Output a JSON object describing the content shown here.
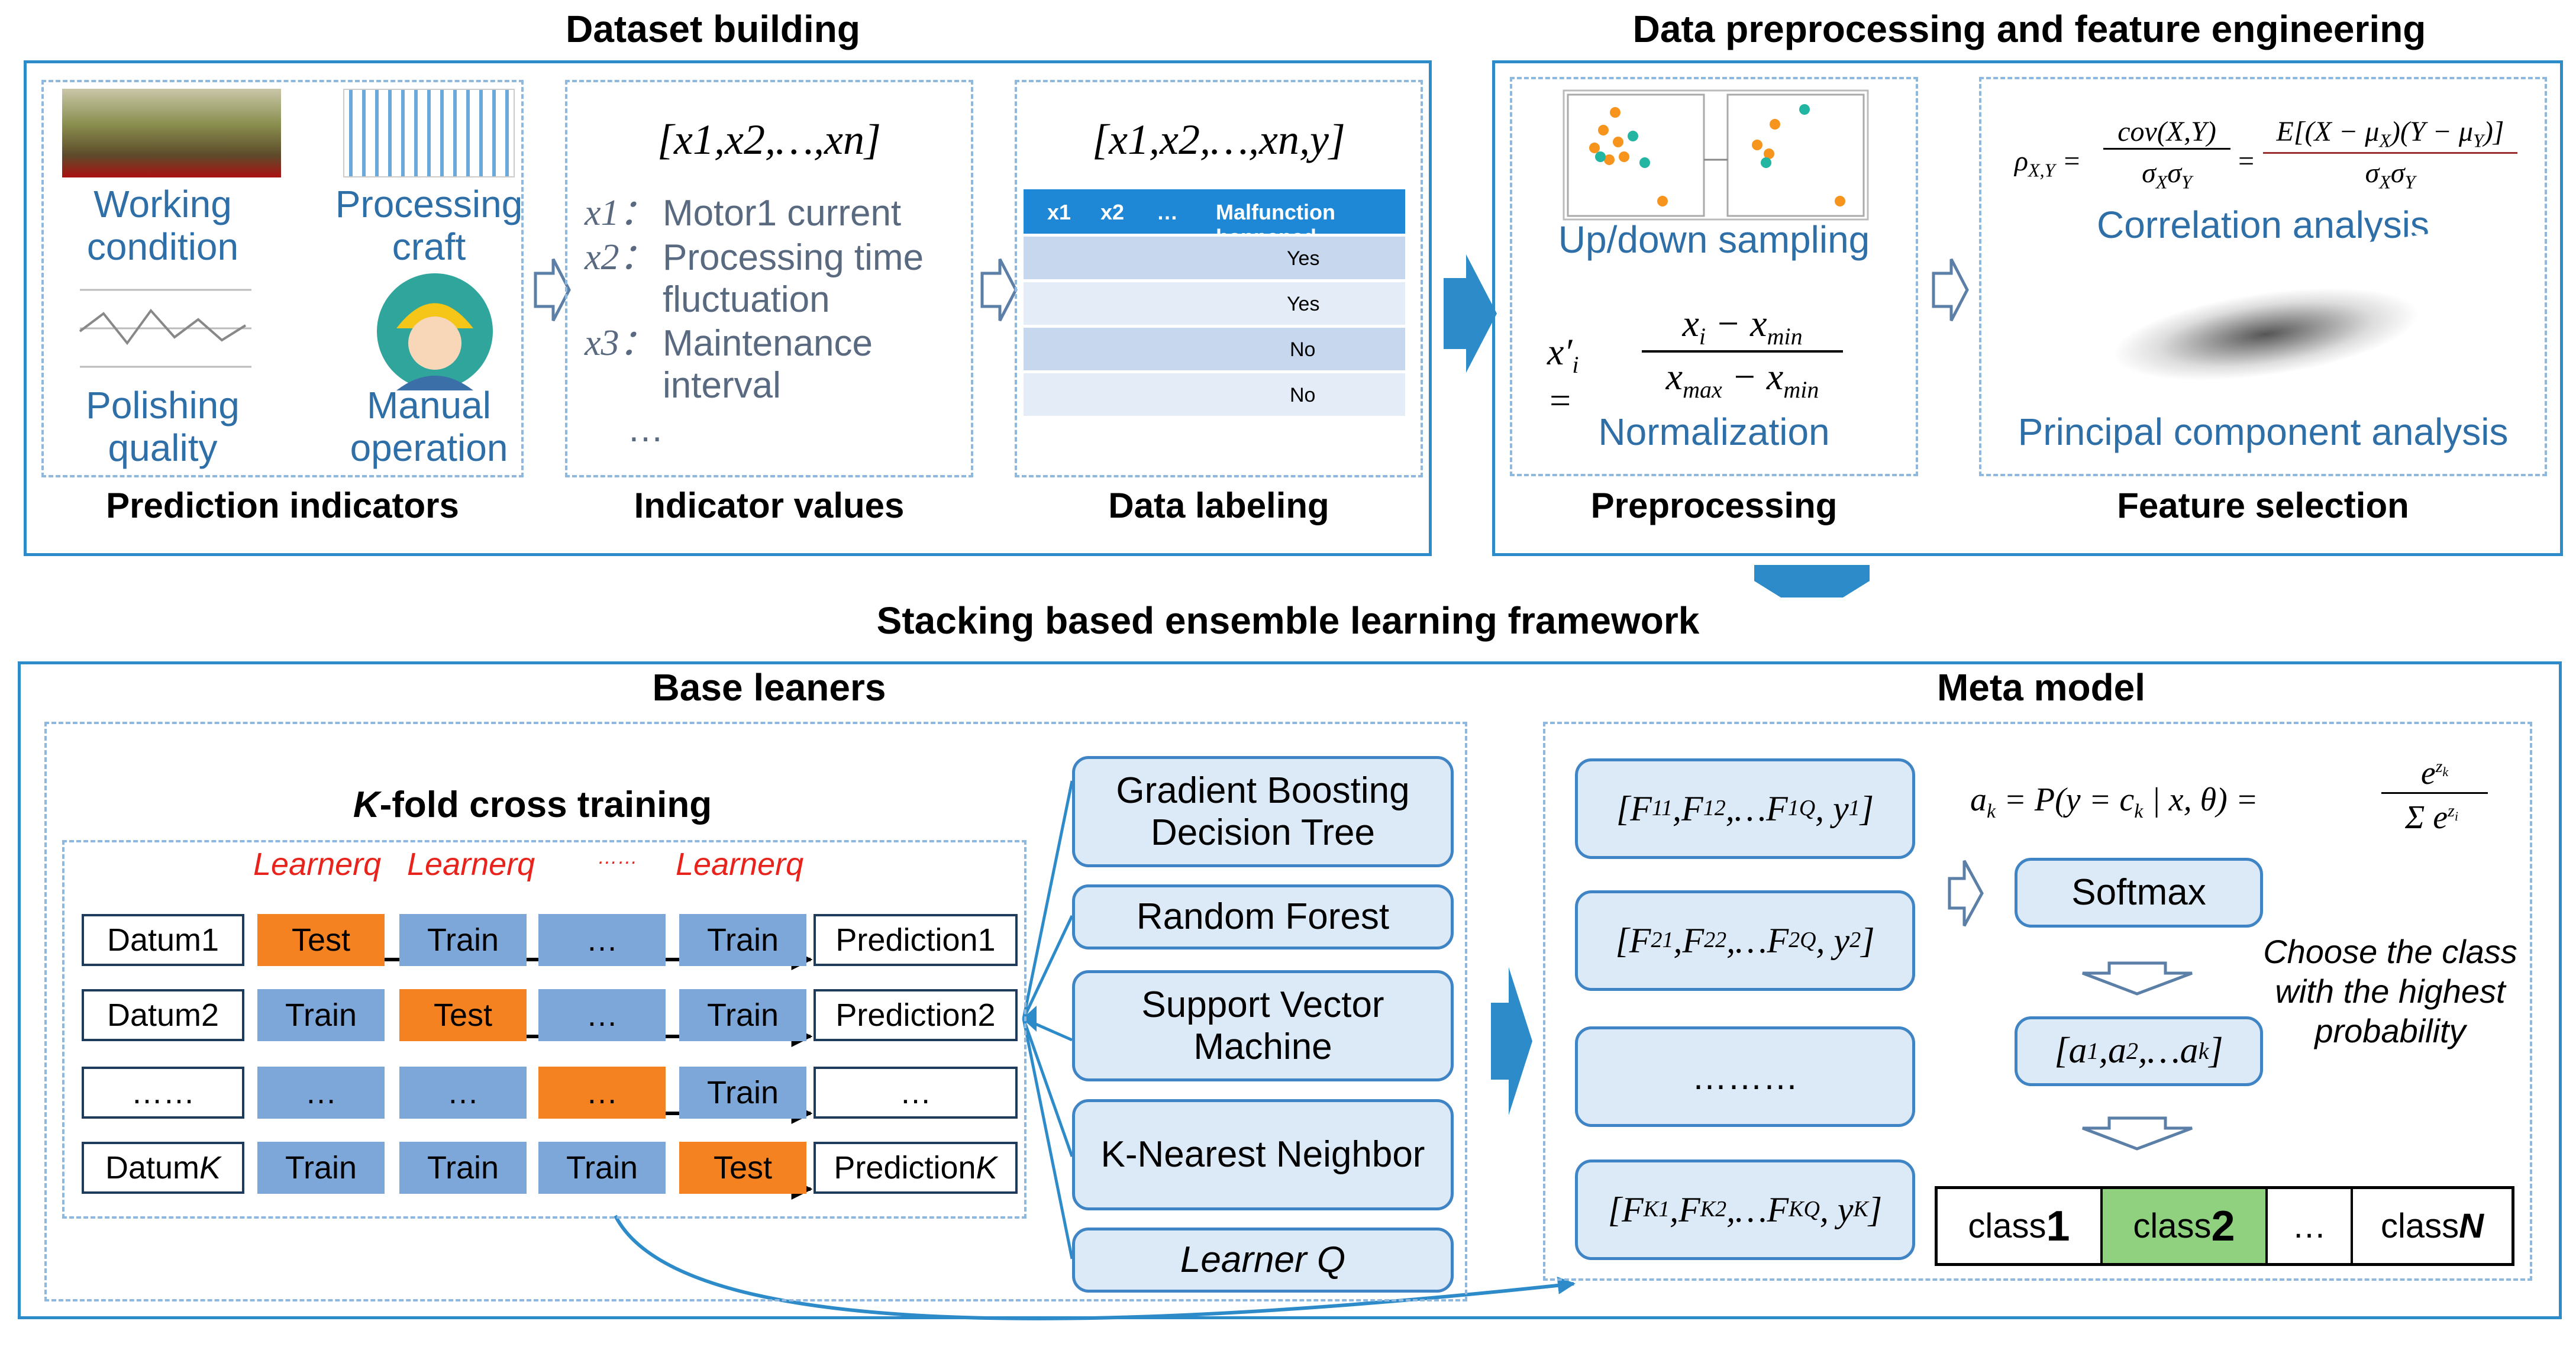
{
  "colors": {
    "frame_blue": "#2e8bc9",
    "dash_blue": "#8fb8de",
    "pill_fill": "#dce9f6",
    "train_blue": "#7da6d9",
    "test_orange": "#f58220",
    "learner_red": "#e8231b",
    "class_green": "#8fd17e"
  },
  "dataset_building": {
    "title": "Dataset building",
    "prediction_indicators": {
      "caption": "Prediction indicators",
      "items": [
        "Working condition",
        "Processing craft",
        "Polishing quality",
        "Manual operation"
      ]
    },
    "indicator_values": {
      "caption": "Indicator values",
      "header": "[x1,x2,…,xn]",
      "rows": [
        {
          "var": "x1",
          "sep": "：",
          "text": "Motor1 current"
        },
        {
          "var": "x2",
          "sep": "：",
          "text": "Processing time fluctuation"
        },
        {
          "var": "x3",
          "sep": "：",
          "text": "Maintenance interval"
        }
      ],
      "ellipsis": "…"
    },
    "data_labeling": {
      "caption": "Data labeling",
      "header": "[x1,x2,…,xn,y]",
      "table_header": [
        "x1",
        "x2",
        "…",
        "Malfunction happened"
      ],
      "table_values": [
        "Yes",
        "Yes",
        "No",
        "No"
      ]
    }
  },
  "preprocessing": {
    "title": "Data preprocessing and feature engineering",
    "preprocessing_box": {
      "caption": "Preprocessing",
      "sampling_label": "Up/down sampling",
      "normalization_label": "Normalization",
      "formula": "x'i = (xi − xmin) / (xmax − xmin)"
    },
    "feature_box": {
      "caption": "Feature selection",
      "correlation_label": "Correlation analysis",
      "pca_label": "Principal component analysis",
      "formula": "ρX,Y = cov(X,Y)/(σXσY) = E[(X − μX)(Y − μY)]/(σXσY)"
    }
  },
  "framework_title": "Stacking based ensemble learning framework",
  "base_learners": {
    "title": "Base leaners",
    "kfold_title": "K-fold cross training",
    "learner_headers": [
      "Learnerq",
      "Learnerq",
      "……",
      "Learnerq"
    ],
    "rows": [
      {
        "datum": "Datum1",
        "cells": [
          "Test",
          "Train",
          "…",
          "Train"
        ],
        "prediction": "Prediction1"
      },
      {
        "datum": "Datum2",
        "cells": [
          "Train",
          "Test",
          "…",
          "Train"
        ],
        "prediction": "Prediction2"
      },
      {
        "datum": "……",
        "cells": [
          "…",
          "…",
          "…",
          "Train"
        ],
        "prediction": "…"
      },
      {
        "datum": "DatumK",
        "cells": [
          "Train",
          "Train",
          "Train",
          "Test"
        ],
        "prediction": "PredictionK"
      }
    ],
    "models": [
      "Gradient Boosting Decision Tree",
      "Random Forest",
      "Support Vector Machine",
      "K-Nearest Neighbor",
      "Learner Q"
    ]
  },
  "meta_model": {
    "title": "Meta model",
    "features": [
      "[F11,F12,…F1Q, y1]",
      "[F21,F22,…F2Q, y2]",
      "………",
      "[FK1,FK2,…FKQ, yK]"
    ],
    "formula": "ak = P(y = ck | x, θ) = e^zk / Σ e^zi",
    "softmax": "Softmax",
    "choose_text": "Choose the class with the highest probability",
    "probs": "[a1,a2,…ak]",
    "classes": [
      "class1",
      "class2",
      "…",
      "classN"
    ]
  }
}
